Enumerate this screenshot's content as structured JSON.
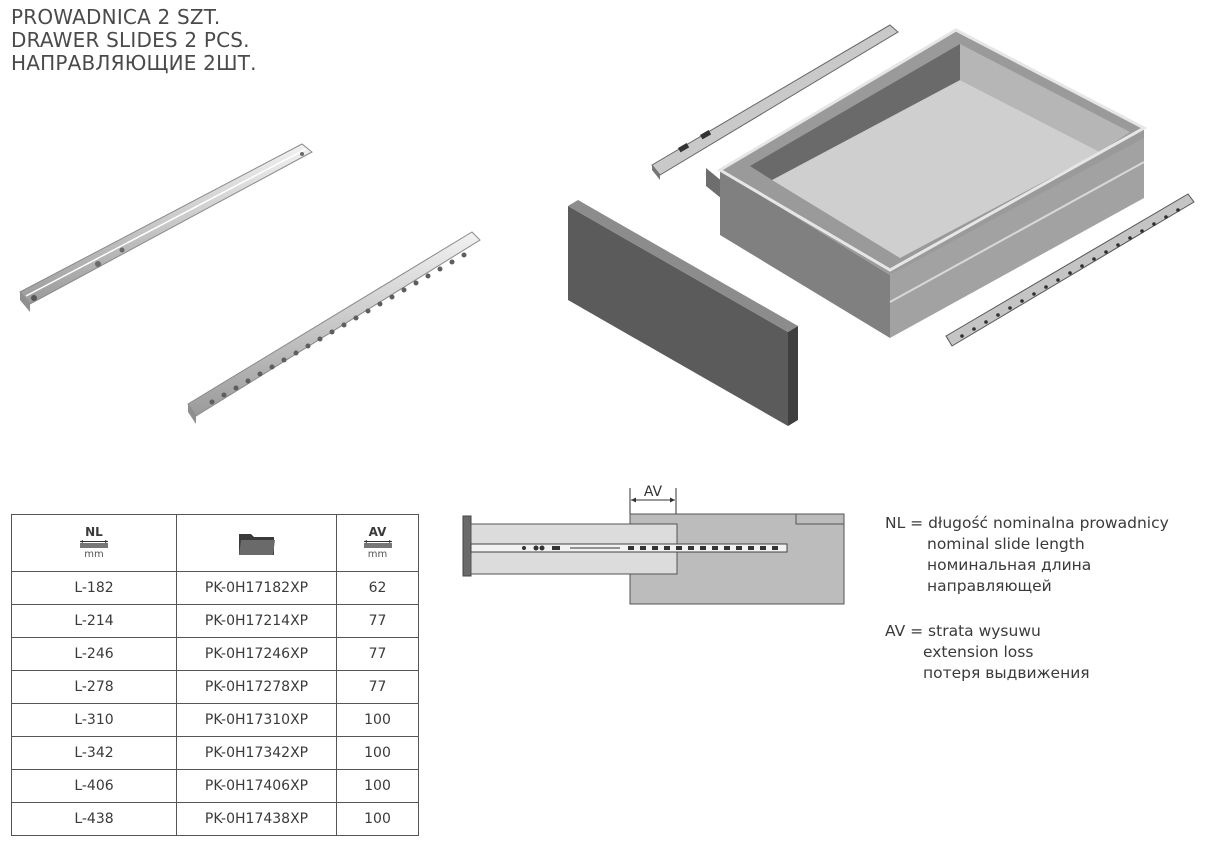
{
  "title": {
    "line_pl": "PROWADNICA 2 SZT.",
    "line_en": "DRAWER SLIDES 2 PCS.",
    "line_ru": "НАПРАВЛЯЮЩИЕ 2ШТ."
  },
  "table": {
    "headers": [
      {
        "code": "NL",
        "unit": "mm",
        "icon": "ruler-icon"
      },
      {
        "code": "",
        "unit": "",
        "icon": "folder-icon"
      },
      {
        "code": "AV",
        "unit": "mm",
        "icon": "ruler-icon"
      }
    ],
    "rows": [
      {
        "nl": "L-182",
        "code": "PK-0H17182XP",
        "av": "62"
      },
      {
        "nl": "L-214",
        "code": "PK-0H17214XP",
        "av": "77"
      },
      {
        "nl": "L-246",
        "code": "PK-0H17246XP",
        "av": "77"
      },
      {
        "nl": "L-278",
        "code": "PK-0H17278XP",
        "av": "77"
      },
      {
        "nl": "L-310",
        "code": "PK-0H17310XP",
        "av": "100"
      },
      {
        "nl": "L-342",
        "code": "PK-0H17342XP",
        "av": "100"
      },
      {
        "nl": "L-406",
        "code": "PK-0H17406XP",
        "av": "100"
      },
      {
        "nl": "L-438",
        "code": "PK-0H17438XP",
        "av": "100"
      }
    ]
  },
  "diagram": {
    "av_label": "AV"
  },
  "legend": {
    "nl_line1": "NL = długość nominalna prowadnicy",
    "nl_line2": "nominal slide length",
    "nl_line3": "номинальная длина",
    "nl_line4": "направляющей",
    "av_line1": "AV = strata wysuwu",
    "av_line2": "extension loss",
    "av_line3": "потеря выдвижения"
  },
  "colors": {
    "drawer_side": "#7d7d7d",
    "drawer_inner": "#bdbdbd",
    "drawer_floor": "#cfcfcf",
    "front_panel": "#5b5b5b",
    "slide_metal": "#d2d2d2",
    "diagram_body": "#bcbcbc"
  }
}
